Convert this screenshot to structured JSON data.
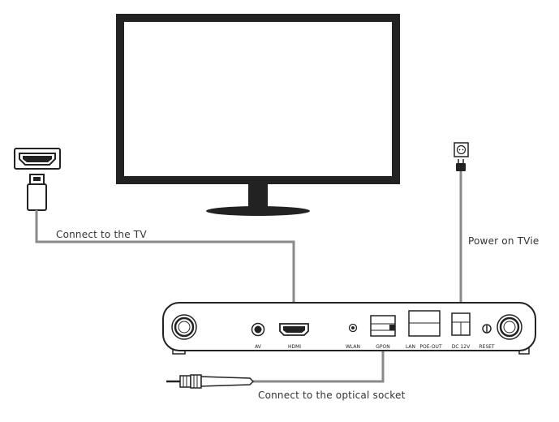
{
  "labels": {
    "connect_tv": "Connect to the TV",
    "power": "Power on TVie",
    "optical": "Connect to the optical socket"
  },
  "ports": {
    "av": "AV",
    "hdmi": "HDMI",
    "wlan": "WLAN",
    "gpon": "GPON",
    "lan": "LAN",
    "poe_out": "POE-OUT",
    "dc12v": "DC 12V",
    "reset": "RESET"
  },
  "colors": {
    "stroke": "#222222",
    "cable": "#8a8a8a",
    "screen_fill": "#ffffff"
  }
}
